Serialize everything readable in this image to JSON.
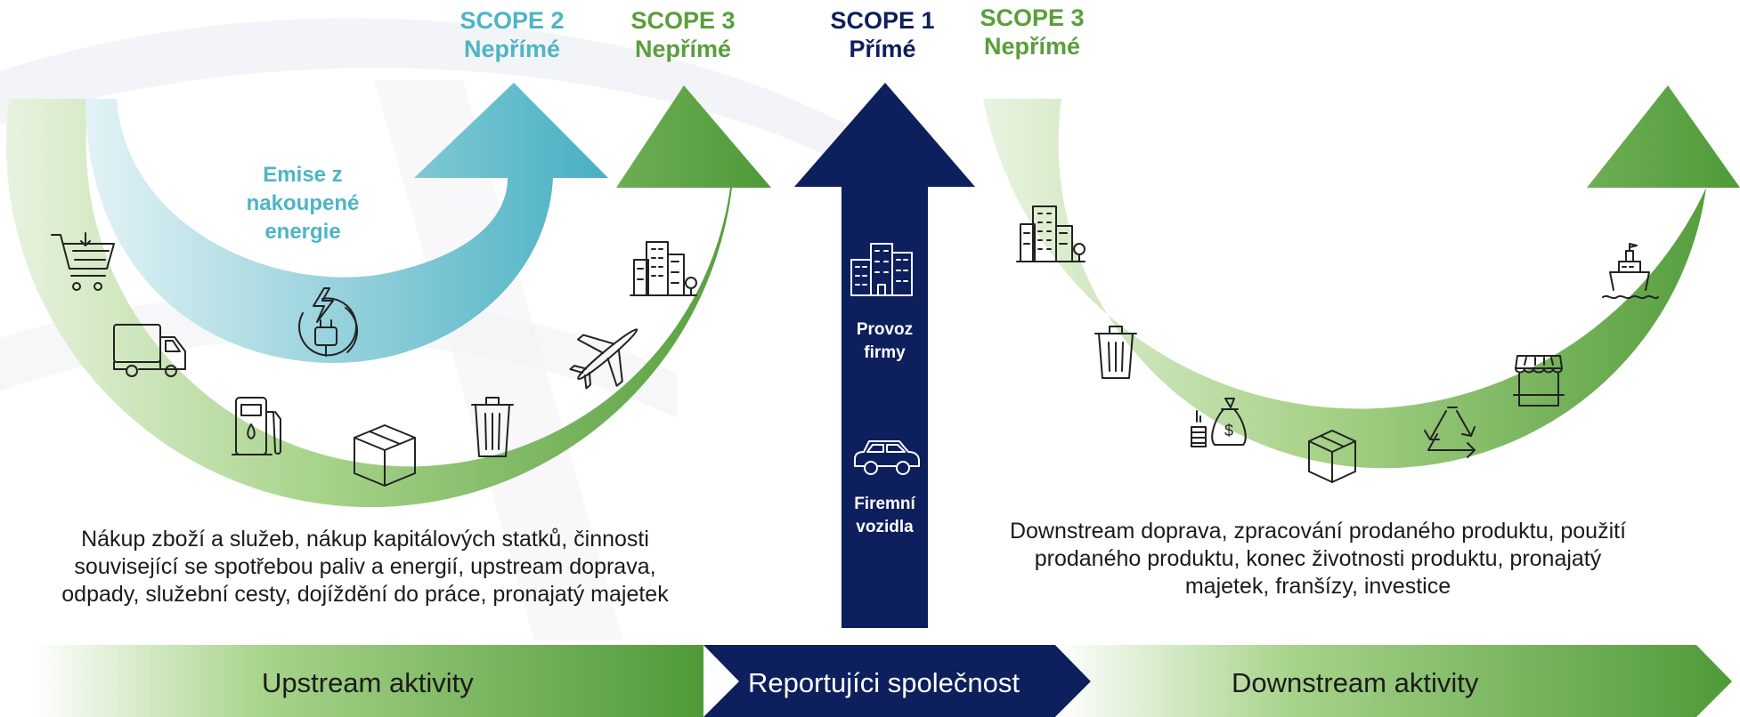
{
  "scopes": {
    "scope2": {
      "title": "SCOPE 2",
      "subtitle": "Nepřímé"
    },
    "scope3_left": {
      "title": "SCOPE 3",
      "subtitle": "Nepřímé"
    },
    "scope1": {
      "title": "SCOPE 1",
      "subtitle": "Přímé"
    },
    "scope3_right": {
      "title": "SCOPE 3",
      "subtitle": "Nepřímé"
    }
  },
  "energy_label": [
    "Emise z",
    "nakoupené",
    "energie"
  ],
  "company_column": {
    "operations_label": [
      "Provoz",
      "firmy"
    ],
    "vehicles_label": [
      "Firemní",
      "vozidla"
    ]
  },
  "upstream_text": [
    "Nákup zboží a služeb, nákup kapitálových statků, činnosti",
    "související se spotřebou paliv a energií, upstream doprava,",
    "odpady, služební cesty, dojíždění do práce, pronajatý majetek"
  ],
  "downstream_text": [
    "Downstream doprava, zpracování prodaného produktu, použití",
    "prodaného produktu, konec životnosti produktu, pronajatý",
    "majetek, franšízy, investice"
  ],
  "bottom_bar": {
    "upstream": "Upstream aktivity",
    "company": "Reportujíci společnost",
    "downstream": "Downstream aktivity"
  },
  "colors": {
    "teal": "#4db5c6",
    "green": "#5a9e3b",
    "navy": "#0d1f5c",
    "light_green": "#e6f2dc"
  },
  "icons": {
    "upstream": [
      "shopping-cart-icon",
      "truck-icon",
      "fuel-pump-icon",
      "box-icon",
      "trash-icon",
      "airplane-icon",
      "buildings-icon",
      "plug-icon"
    ],
    "company": [
      "buildings-icon",
      "car-icon"
    ],
    "downstream": [
      "buildings-icon",
      "trash-icon",
      "money-bag-icon",
      "box-icon",
      "recycle-icon",
      "shop-icon",
      "ship-icon"
    ]
  }
}
